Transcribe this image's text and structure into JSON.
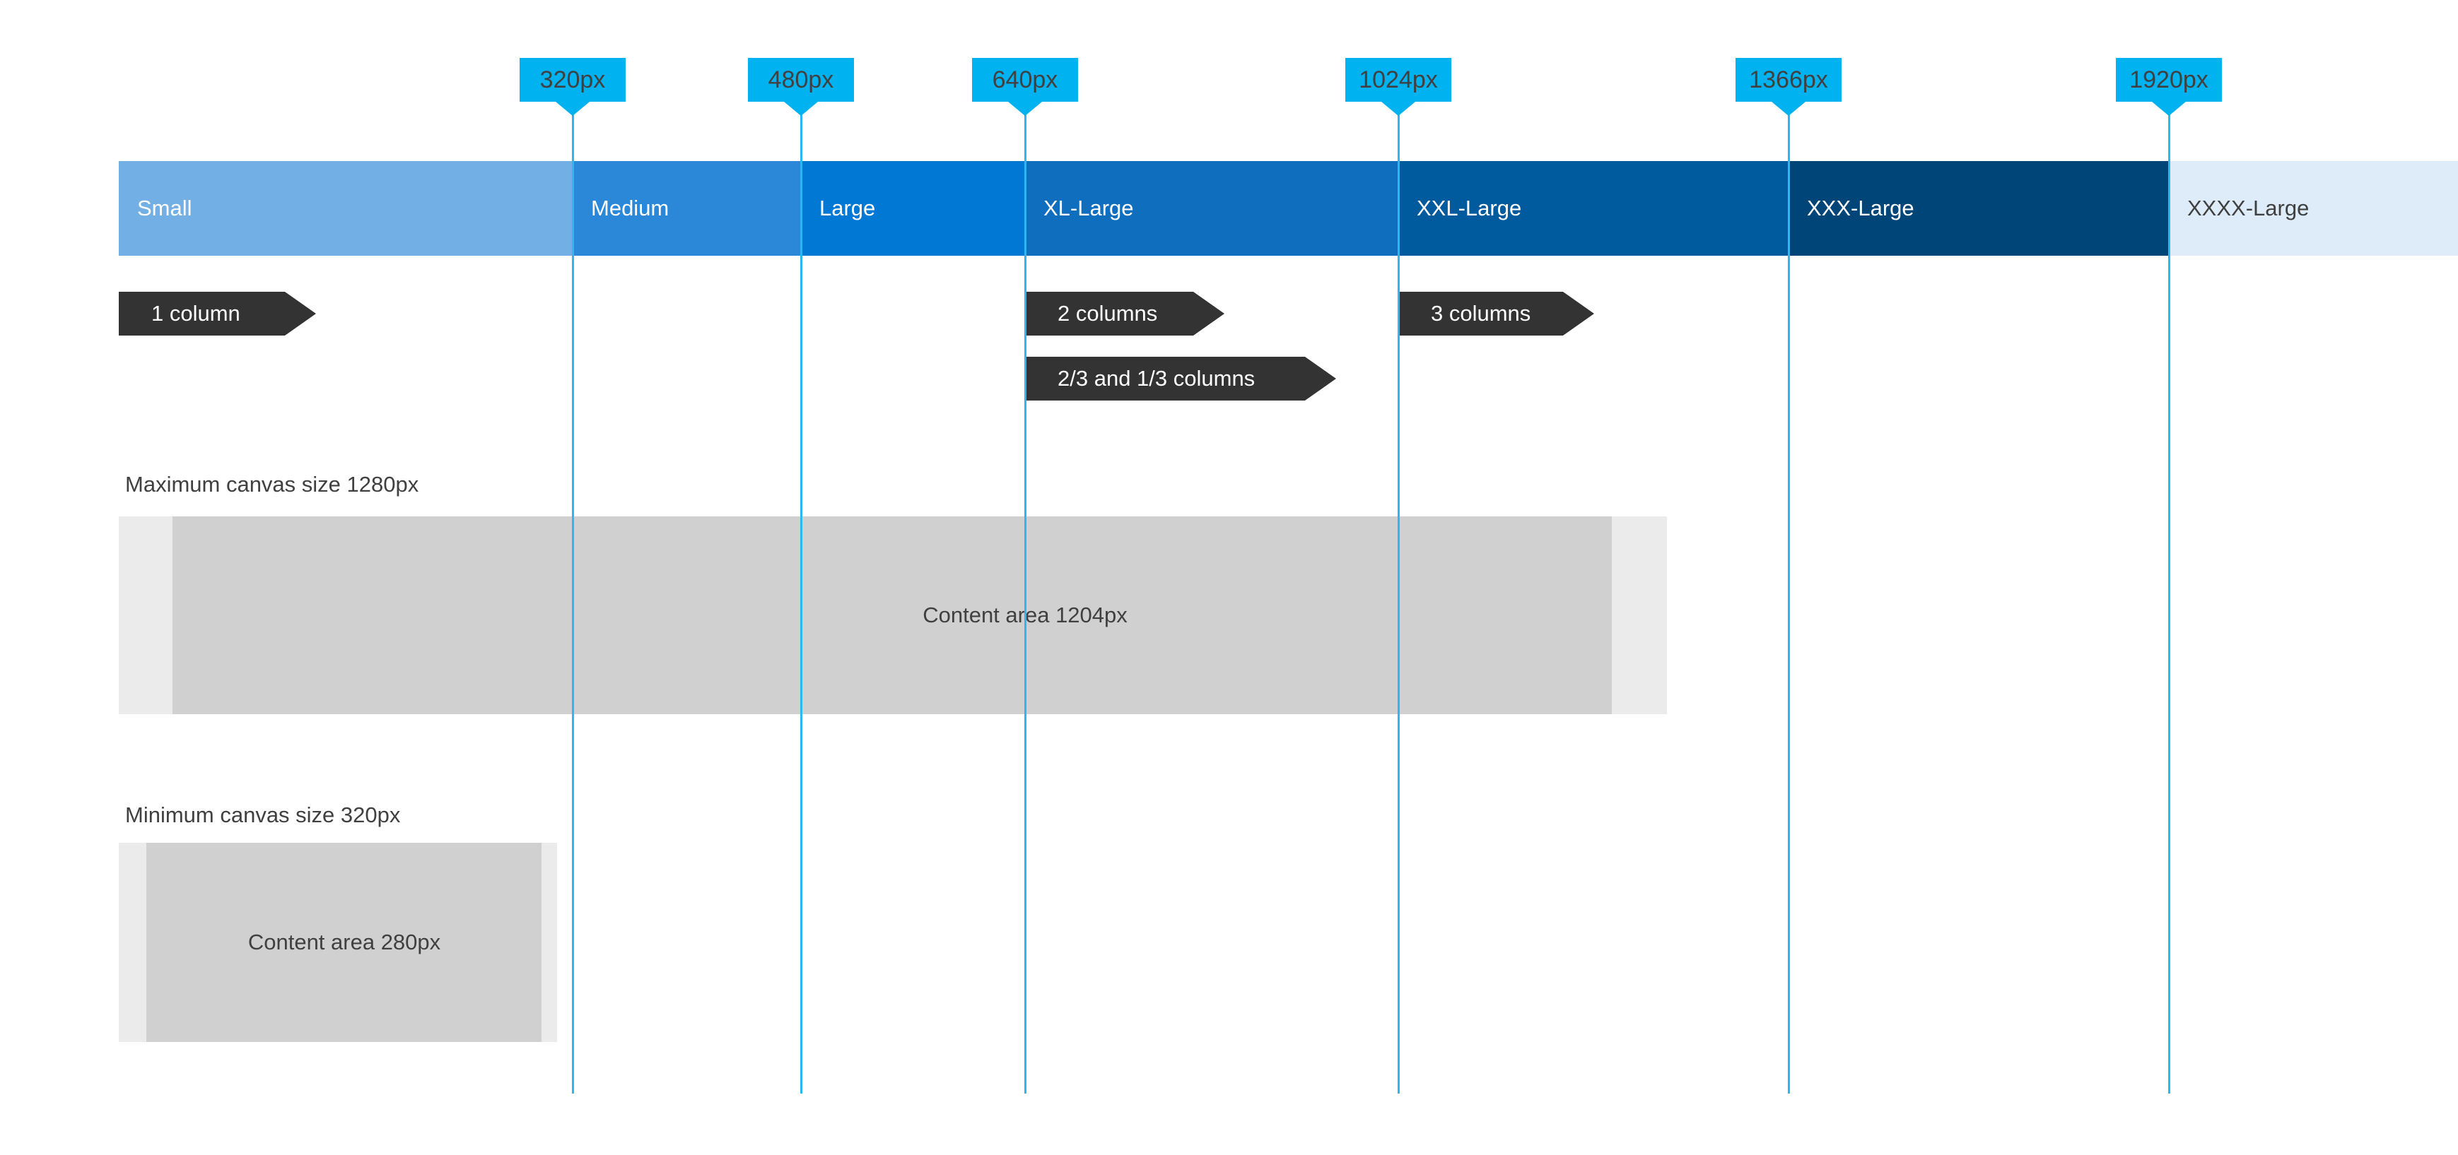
{
  "diagram": {
    "description": "Responsive layout breakpoints diagram",
    "colors": {
      "breakpoint_tag": "#00b2f0",
      "guide_line": "#2bb8f2",
      "flag_background": "#333333",
      "canvas_outer_gray": "#ebebeb",
      "canvas_inner_gray": "#d0d0d0",
      "dark_text": "#404040",
      "small": "#71afe5",
      "medium": "#2b88d8",
      "large": "#0078d4",
      "xl_large": "#106ebe",
      "xxl_large": "#005a9e",
      "xxx_large": "#004578",
      "xxxx_large": "#deecf9"
    },
    "breakpoint_tags": [
      {
        "label": "320px"
      },
      {
        "label": "480px"
      },
      {
        "label": "640px"
      },
      {
        "label": "1024px"
      },
      {
        "label": "1366px"
      },
      {
        "label": "1920px"
      }
    ],
    "size_segments": [
      {
        "label": "Small"
      },
      {
        "label": "Medium"
      },
      {
        "label": "Large"
      },
      {
        "label": "XL-Large"
      },
      {
        "label": "XXL-Large"
      },
      {
        "label": "XXX-Large"
      },
      {
        "label": "XXXX-Large"
      }
    ],
    "column_flags": [
      {
        "label": "1 column"
      },
      {
        "label": "2 columns"
      },
      {
        "label": "3 columns"
      },
      {
        "label": "2/3 and 1/3 columns"
      }
    ],
    "max_canvas": {
      "title": "Maximum canvas size 1280px",
      "content_label": "Content area 1204px"
    },
    "min_canvas": {
      "title": "Minimum canvas size 320px",
      "content_label": "Content area 280px"
    }
  }
}
